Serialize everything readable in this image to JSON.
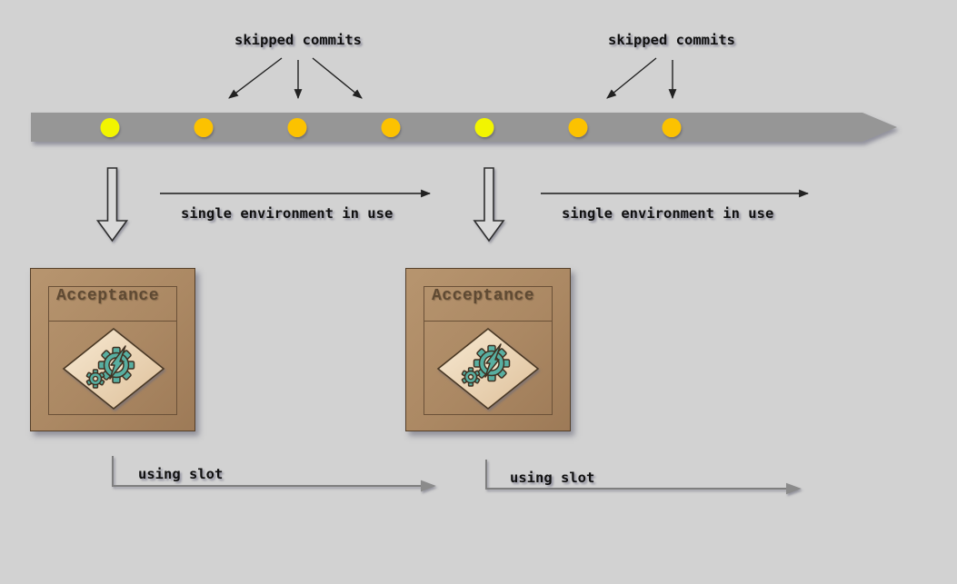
{
  "canvas": {
    "background": "#d2d2d2"
  },
  "labels": {
    "skipped_commits_left": "skipped commits",
    "skipped_commits_right": "skipped commits",
    "single_env_left": "single environment in use",
    "single_env_right": "single environment in use",
    "using_slot_left": "using slot",
    "using_slot_right": "using slot"
  },
  "timeline": {
    "commits": [
      {
        "index": 1,
        "status": "deployed"
      },
      {
        "index": 2,
        "status": "skipped"
      },
      {
        "index": 3,
        "status": "skipped"
      },
      {
        "index": 4,
        "status": "skipped"
      },
      {
        "index": 5,
        "status": "deployed"
      },
      {
        "index": 6,
        "status": "skipped"
      },
      {
        "index": 7,
        "status": "skipped"
      }
    ],
    "colors": {
      "deployed": "#f2f501",
      "skipped": "#fcc203",
      "bar": "#969696"
    }
  },
  "environments": [
    {
      "title": "Acceptance",
      "icon": "gear-lightning-icon"
    },
    {
      "title": "Acceptance",
      "icon": "gear-lightning-icon"
    }
  ],
  "colors": {
    "box_fill_light": "#b7956f",
    "box_fill_dark": "#9d7a57",
    "box_border": "#55402a",
    "title_text": "#5f4a33",
    "diamond_fill_light": "#f7e9d2",
    "diamond_fill_dark": "#dec09a",
    "diamond_border": "#4a3724",
    "icon_teal": "#58afa1",
    "icon_outline": "#403122",
    "icon_inner_cream": "#f2e2c6",
    "label_text": "#111111",
    "annotation_arrow": "#222222",
    "slot_arrow_gray": "#7f7f7f",
    "deploy_arrow_fill": "#d9d9d9",
    "deploy_arrow_stroke": "#2e2e2e"
  }
}
